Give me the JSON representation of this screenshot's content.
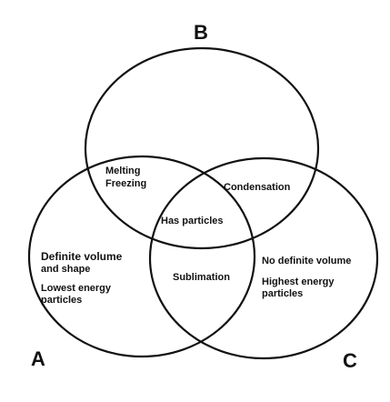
{
  "sets": {
    "a": {
      "label": "A"
    },
    "b": {
      "label": "B"
    },
    "c": {
      "label": "C"
    }
  },
  "regions": {
    "a_only": {
      "line1": "Definite volume",
      "line2": "and shape",
      "line3": "Lowest energy",
      "line4": "particles"
    },
    "a_b": {
      "line1": "Melting",
      "line2": "Freezing"
    },
    "b_c": {
      "line1": "Condensation"
    },
    "a_b_c": {
      "line1": "Has particles"
    },
    "a_c": {
      "line1": "Sublimation"
    },
    "c_only": {
      "line1": "No definite volume",
      "line2": "Highest energy",
      "line3": "particles"
    }
  },
  "colors": {
    "stroke": "#111111",
    "text": "#111111",
    "background": "#ffffff"
  }
}
